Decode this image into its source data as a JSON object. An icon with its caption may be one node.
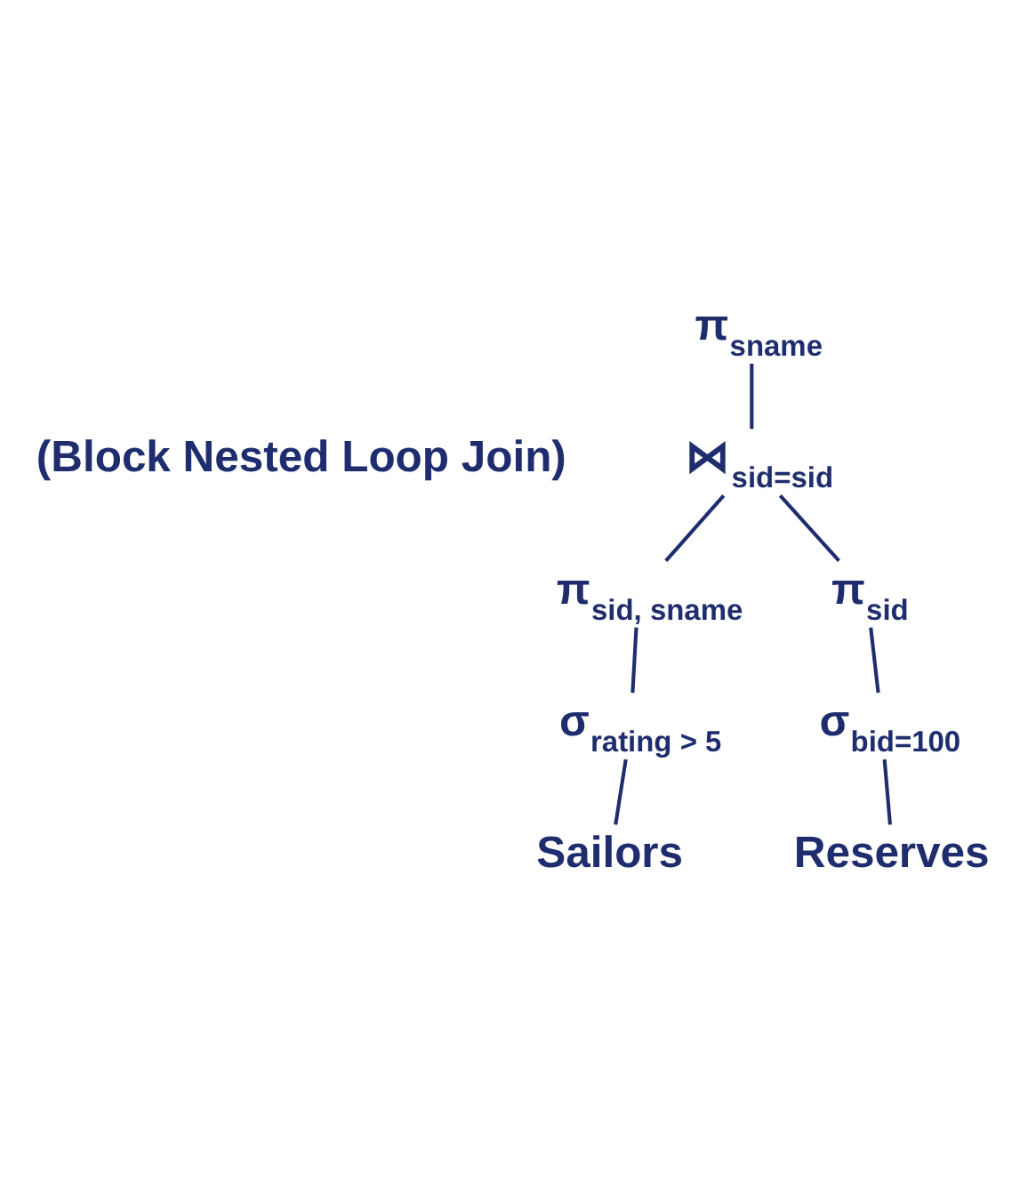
{
  "diagram": {
    "nodes": [
      {
        "text": [
          "π$_{sname}$"
        ]
      },
      {
        "text": [
          "⋈$_{sid=sid}$"
        ],
        "beside": [
          "(Block Nested Loop Join)"
        ]
      },
      {
        "text": [
          "π$_{sid, sname}$"
        ]
      },
      {
        "text": [
          "π$_{sid}$"
        ]
      },
      {
        "text": [
          "σ$_{rating > 5}$"
        ]
      },
      {
        "text": [
          "σ$_{bid=100}$"
        ]
      },
      {
        "text": [
          "Sailors"
        ]
      },
      {
        "text": [
          "Reserves"
        ]
      }
    ],
    "edges": [
      {
        "from": 0,
        "to": 1,
        "arrow": "none"
      },
      {
        "from": 1,
        "to": 2,
        "arrow": "none"
      },
      {
        "from": 1,
        "to": 3,
        "arrow": "none"
      },
      {
        "from": 2,
        "to": 4,
        "arrow": "none"
      },
      {
        "from": 3,
        "to": 5,
        "arrow": "none"
      },
      {
        "from": 4,
        "to": 6,
        "arrow": "none"
      },
      {
        "from": 5,
        "to": 7,
        "arrow": "none"
      }
    ]
  }
}
